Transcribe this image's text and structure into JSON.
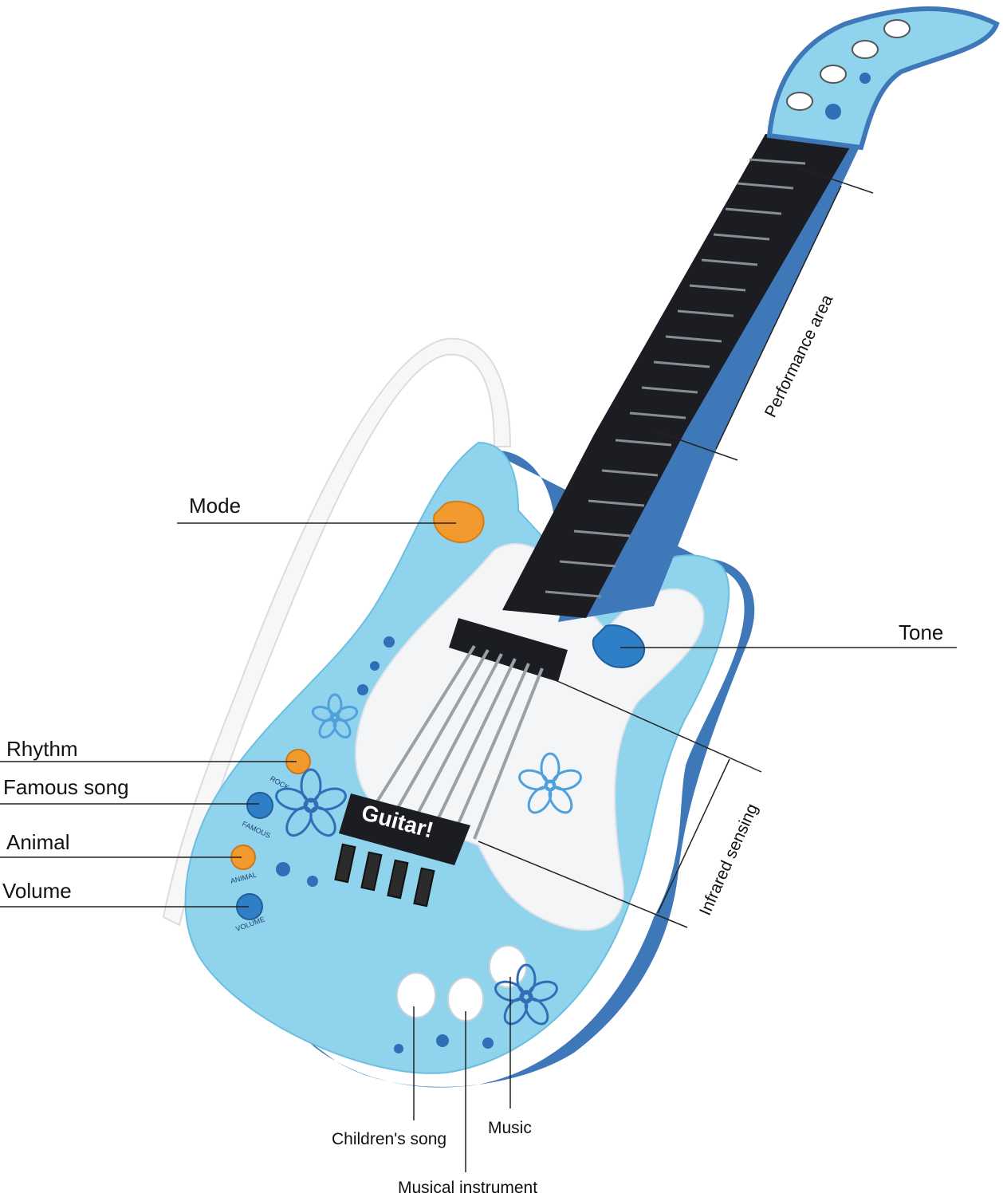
{
  "product": {
    "brand_text": "Guitar!",
    "button_texts": [
      "ROCK",
      "FAMOUS",
      "ANIMAL",
      "VOLUME"
    ]
  },
  "labels": {
    "mode": "Mode",
    "tone": "Tone",
    "rhythm": "Rhythm",
    "famous_song": "Famous song",
    "animal": "Animal",
    "volume": "Volume",
    "performance_area": "Performance area",
    "infrared_sensing": "Infrared sensing",
    "childrens_song": "Children's song",
    "music": "Music",
    "musical_instrument": "Musical instrument"
  },
  "colors": {
    "body_blue": "#8fd3ec",
    "body_side": "#3f78b8",
    "pickguard": "#f4f5f7",
    "fretboard": "#1c1d22",
    "orange_button": "#f29a2e",
    "blue_button": "#2f7fc8",
    "flower": "#2f6fb8"
  }
}
